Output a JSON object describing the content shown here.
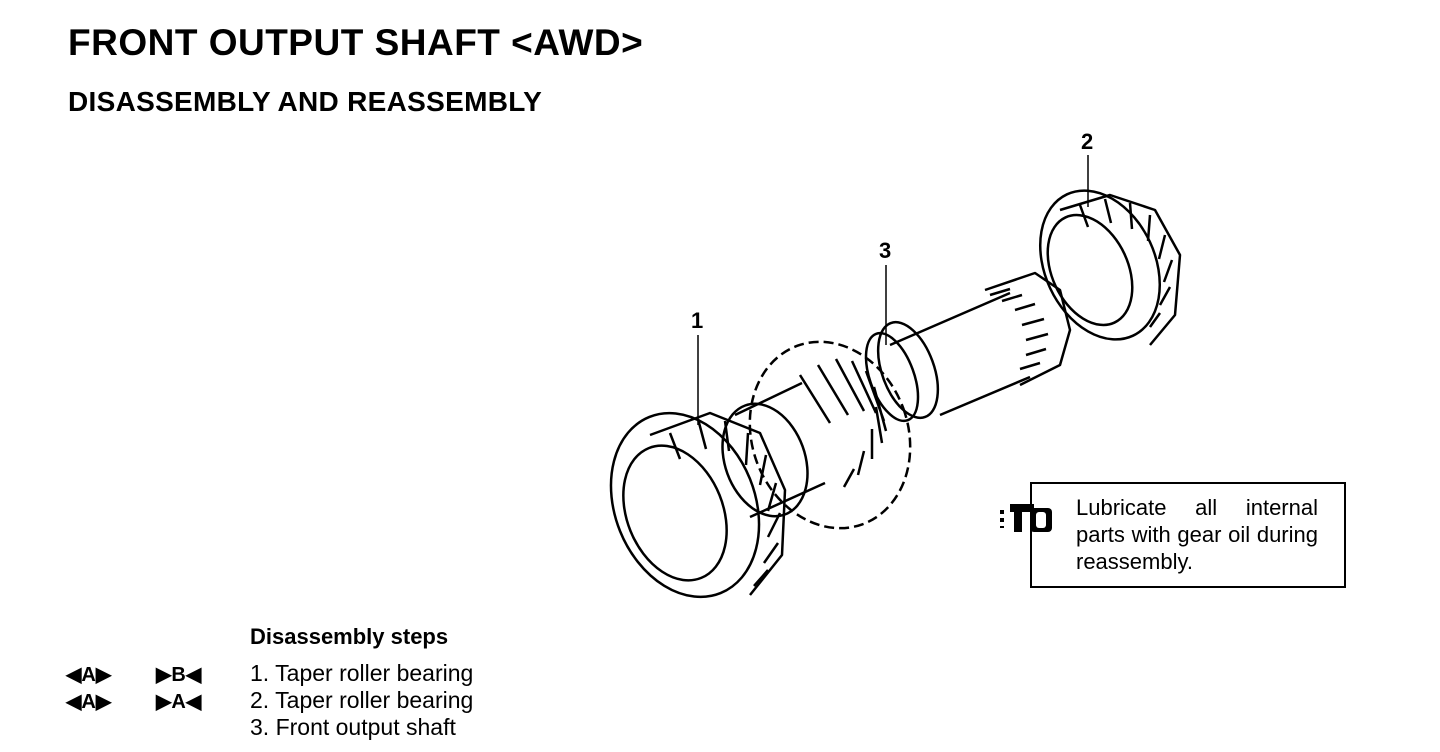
{
  "header": {
    "title": "FRONT OUTPUT SHAFT <AWD>",
    "subtitle": "DISASSEMBLY AND REASSEMBLY"
  },
  "diagram": {
    "callouts": [
      "1",
      "2",
      "3"
    ]
  },
  "note": {
    "icon": "oil-can-icon",
    "text": "Lubricate all internal parts with gear oil during reassembly."
  },
  "steps": {
    "heading": "Disassembly steps",
    "items": [
      {
        "dis": "◀A▶",
        "re": "▶B◀",
        "label": "1. Taper roller bearing"
      },
      {
        "dis": "◀A▶",
        "re": "▶A◀",
        "label": "2. Taper roller bearing"
      },
      {
        "dis": "",
        "re": "",
        "label": "3. Front output shaft"
      }
    ]
  }
}
